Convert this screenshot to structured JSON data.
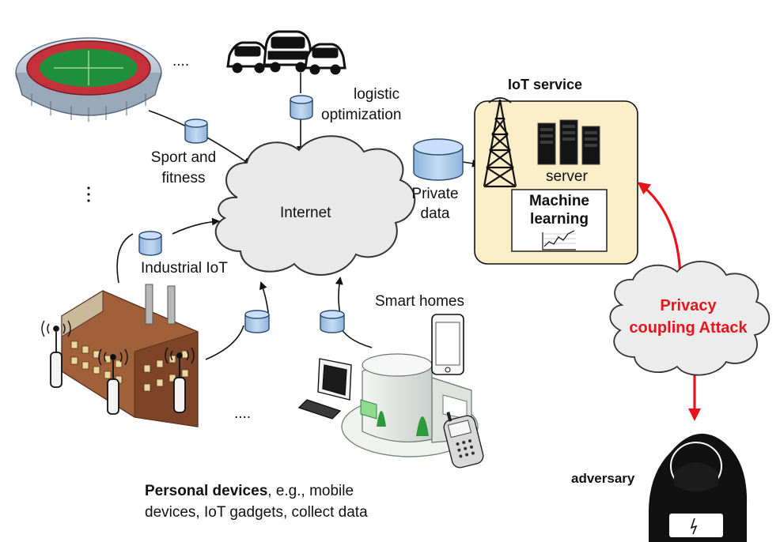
{
  "labels": {
    "ellipsis_top": "....",
    "ellipsis_bottom": "....",
    "logistic_line1": "logistic",
    "logistic_line2": "optimization",
    "sport_line1": "Sport and",
    "sport_line2": "fitness",
    "internet": "Internet",
    "private_line1": "Private",
    "private_line2": "data",
    "iot_service": "IoT service",
    "server": "server",
    "ml_line1": "Machine",
    "ml_line2": "learning",
    "industrial_iot": "Industrial IoT",
    "smart_homes": "Smart homes",
    "privacy_line1": "Privacy",
    "privacy_line2": "coupling Attack",
    "adversary": "adversary",
    "personal_bold": "Personal devices",
    "personal_rest": ", e.g., mobile",
    "personal_line2": "devices, IoT gadgets, collect data"
  },
  "colors": {
    "db_fill": "#a9c8e8",
    "db_stroke": "#2b4a6a",
    "cloud_fill": "#e9e9e9",
    "iot_box_fill": "#fbeec9",
    "attack_red": "#e8141b",
    "adversary_fill": "#111111"
  },
  "icons": {
    "stadium": "stadium-icon",
    "cars": "cars-icon",
    "factory": "factory-icon",
    "smart_home": "smart-home-icon",
    "tower": "antenna-tower-icon",
    "servers": "server-rack-icon",
    "adversary": "hooded-hacker-icon"
  }
}
